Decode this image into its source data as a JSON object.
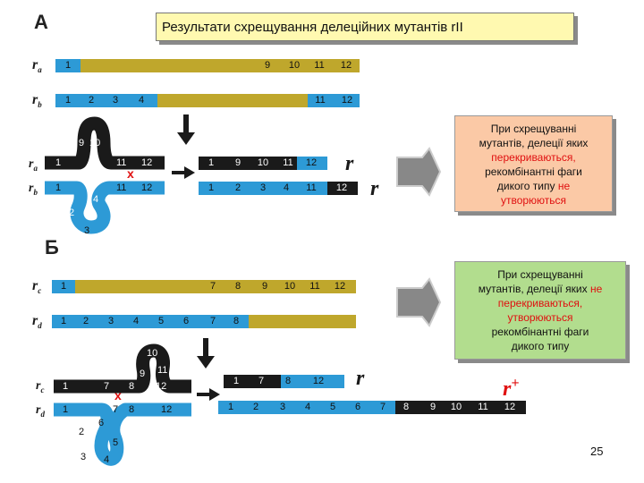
{
  "title": "Результати схрещування делеційних мутантів rII",
  "section_a": "А",
  "section_b": "Б",
  "genes": {
    "ra": "r",
    "ra_sub": "a",
    "rb": "r",
    "rb_sub": "b",
    "rc": "r",
    "rc_sub": "c",
    "rd": "r",
    "rd_sub": "d"
  },
  "r_label": "r",
  "r_plus": "r",
  "r_plus_sup": "+",
  "cross_mark": "x",
  "a": {
    "ra_bar": [
      "1",
      "9",
      "10",
      "11",
      "12"
    ],
    "rb_bar": [
      "1",
      "2",
      "3",
      "4",
      "11",
      "12"
    ],
    "loop_top": [
      "9",
      "10"
    ],
    "loop_bottom": [
      "2",
      "3",
      "4"
    ],
    "pair_ra": [
      "1",
      "11",
      "12"
    ],
    "pair_rb": [
      "1",
      "11",
      "12"
    ],
    "result_top": [
      "1",
      "9",
      "10",
      "11",
      "12"
    ],
    "result_bottom": [
      "1",
      "2",
      "3",
      "4",
      "11",
      "12"
    ]
  },
  "b": {
    "rc_bar": [
      "1",
      "7",
      "8",
      "9",
      "10",
      "11",
      "12"
    ],
    "rd_bar": [
      "1",
      "2",
      "3",
      "4",
      "5",
      "6",
      "7",
      "8"
    ],
    "loop_top": [
      "9",
      "10",
      "11"
    ],
    "loop_bottom": [
      "2",
      "3",
      "4",
      "5",
      "6"
    ],
    "pair_rc": [
      "1",
      "7",
      "8",
      "12"
    ],
    "pair_rd": [
      "1",
      "7",
      "8",
      "12"
    ],
    "result_top": [
      "1",
      "7",
      "8",
      "12"
    ],
    "result_bottom": [
      "1",
      "2",
      "3",
      "4",
      "5",
      "6",
      "7",
      "8",
      "9",
      "10",
      "11",
      "12"
    ]
  },
  "note_a": {
    "line1": "При схрещуванні",
    "line2": "мутантів, делеції яких",
    "line3_red": "перекриваються,",
    "line4": "рекомбінантні фаги",
    "line5a": "дикого типу",
    "line5b_red": "не",
    "line6_red": "утворюються"
  },
  "note_b": {
    "line1": "При схрещуванні",
    "line2a": "мутантів, делеції яких",
    "line2b_red": "не",
    "line3_red": "перекриваються,",
    "line4_red": "утворюються",
    "line5": "рекомбінантні фаги",
    "line6": "дикого типу"
  },
  "page_number": "25",
  "colors": {
    "olive": "#bfa72c",
    "blue": "#2d9ad6",
    "black": "#1a1a1a",
    "note_orange": "#fbc9a6",
    "note_green": "#b2dd8e",
    "title_yellow": "#fff9b0",
    "red": "#e01010"
  }
}
